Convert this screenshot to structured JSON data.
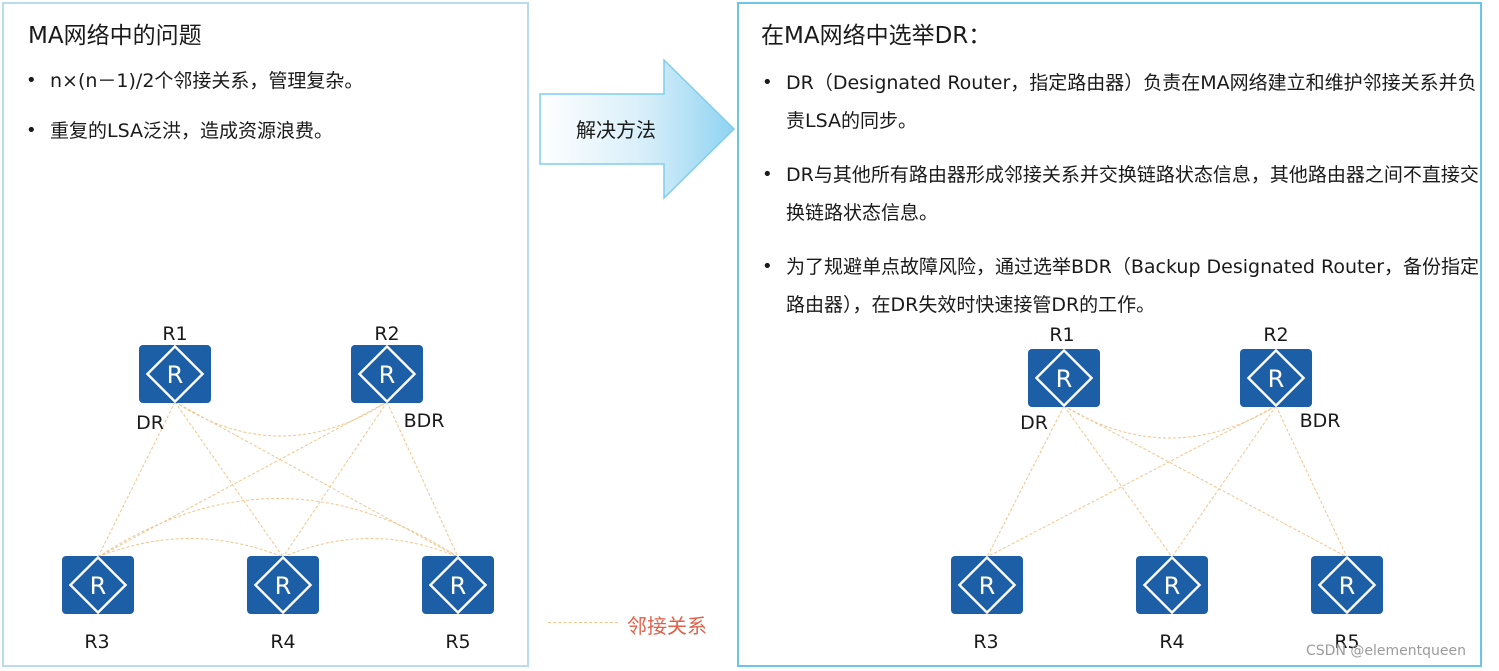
{
  "left_panel": {
    "title": "MA网络中的问题",
    "bullets": [
      "n×(n－1)/2个邻接关系，管理复杂。",
      "重复的LSA泛洪，造成资源浪费。"
    ],
    "routers": {
      "r1": {
        "name": "R1",
        "role": "DR"
      },
      "r2": {
        "name": "R2",
        "role": "BDR"
      },
      "r3": {
        "name": "R3"
      },
      "r4": {
        "name": "R4"
      },
      "r5": {
        "name": "R5"
      }
    }
  },
  "arrow": {
    "label": "解决方法"
  },
  "legend": {
    "label": "邻接关系"
  },
  "right_panel": {
    "title": "在MA网络中选举DR：",
    "bullets": [
      "DR（Designated Router，指定路由器）负责在MA网络建立和维护邻接关系并负责LSA的同步。",
      "DR与其他所有路由器形成邻接关系并交换链路状态信息，其他路由器之间不直接交换链路状态信息。",
      "为了规避单点故障风险，通过选举BDR（Backup Designated Router，备份指定路由器），在DR失效时快速接管DR的工作。"
    ],
    "routers": {
      "r1": {
        "name": "R1",
        "role": "DR"
      },
      "r2": {
        "name": "R2",
        "role": "BDR"
      },
      "r3": {
        "name": "R3"
      },
      "r4": {
        "name": "R4"
      },
      "r5": {
        "name": "R5"
      }
    }
  },
  "watermark": "CSDN @elementqueen",
  "colors": {
    "router_fill": "#1d5fa6",
    "adjacency_line": "#f3c58a",
    "legend_text": "#e0604a",
    "panel_border": "#b9dcec"
  }
}
